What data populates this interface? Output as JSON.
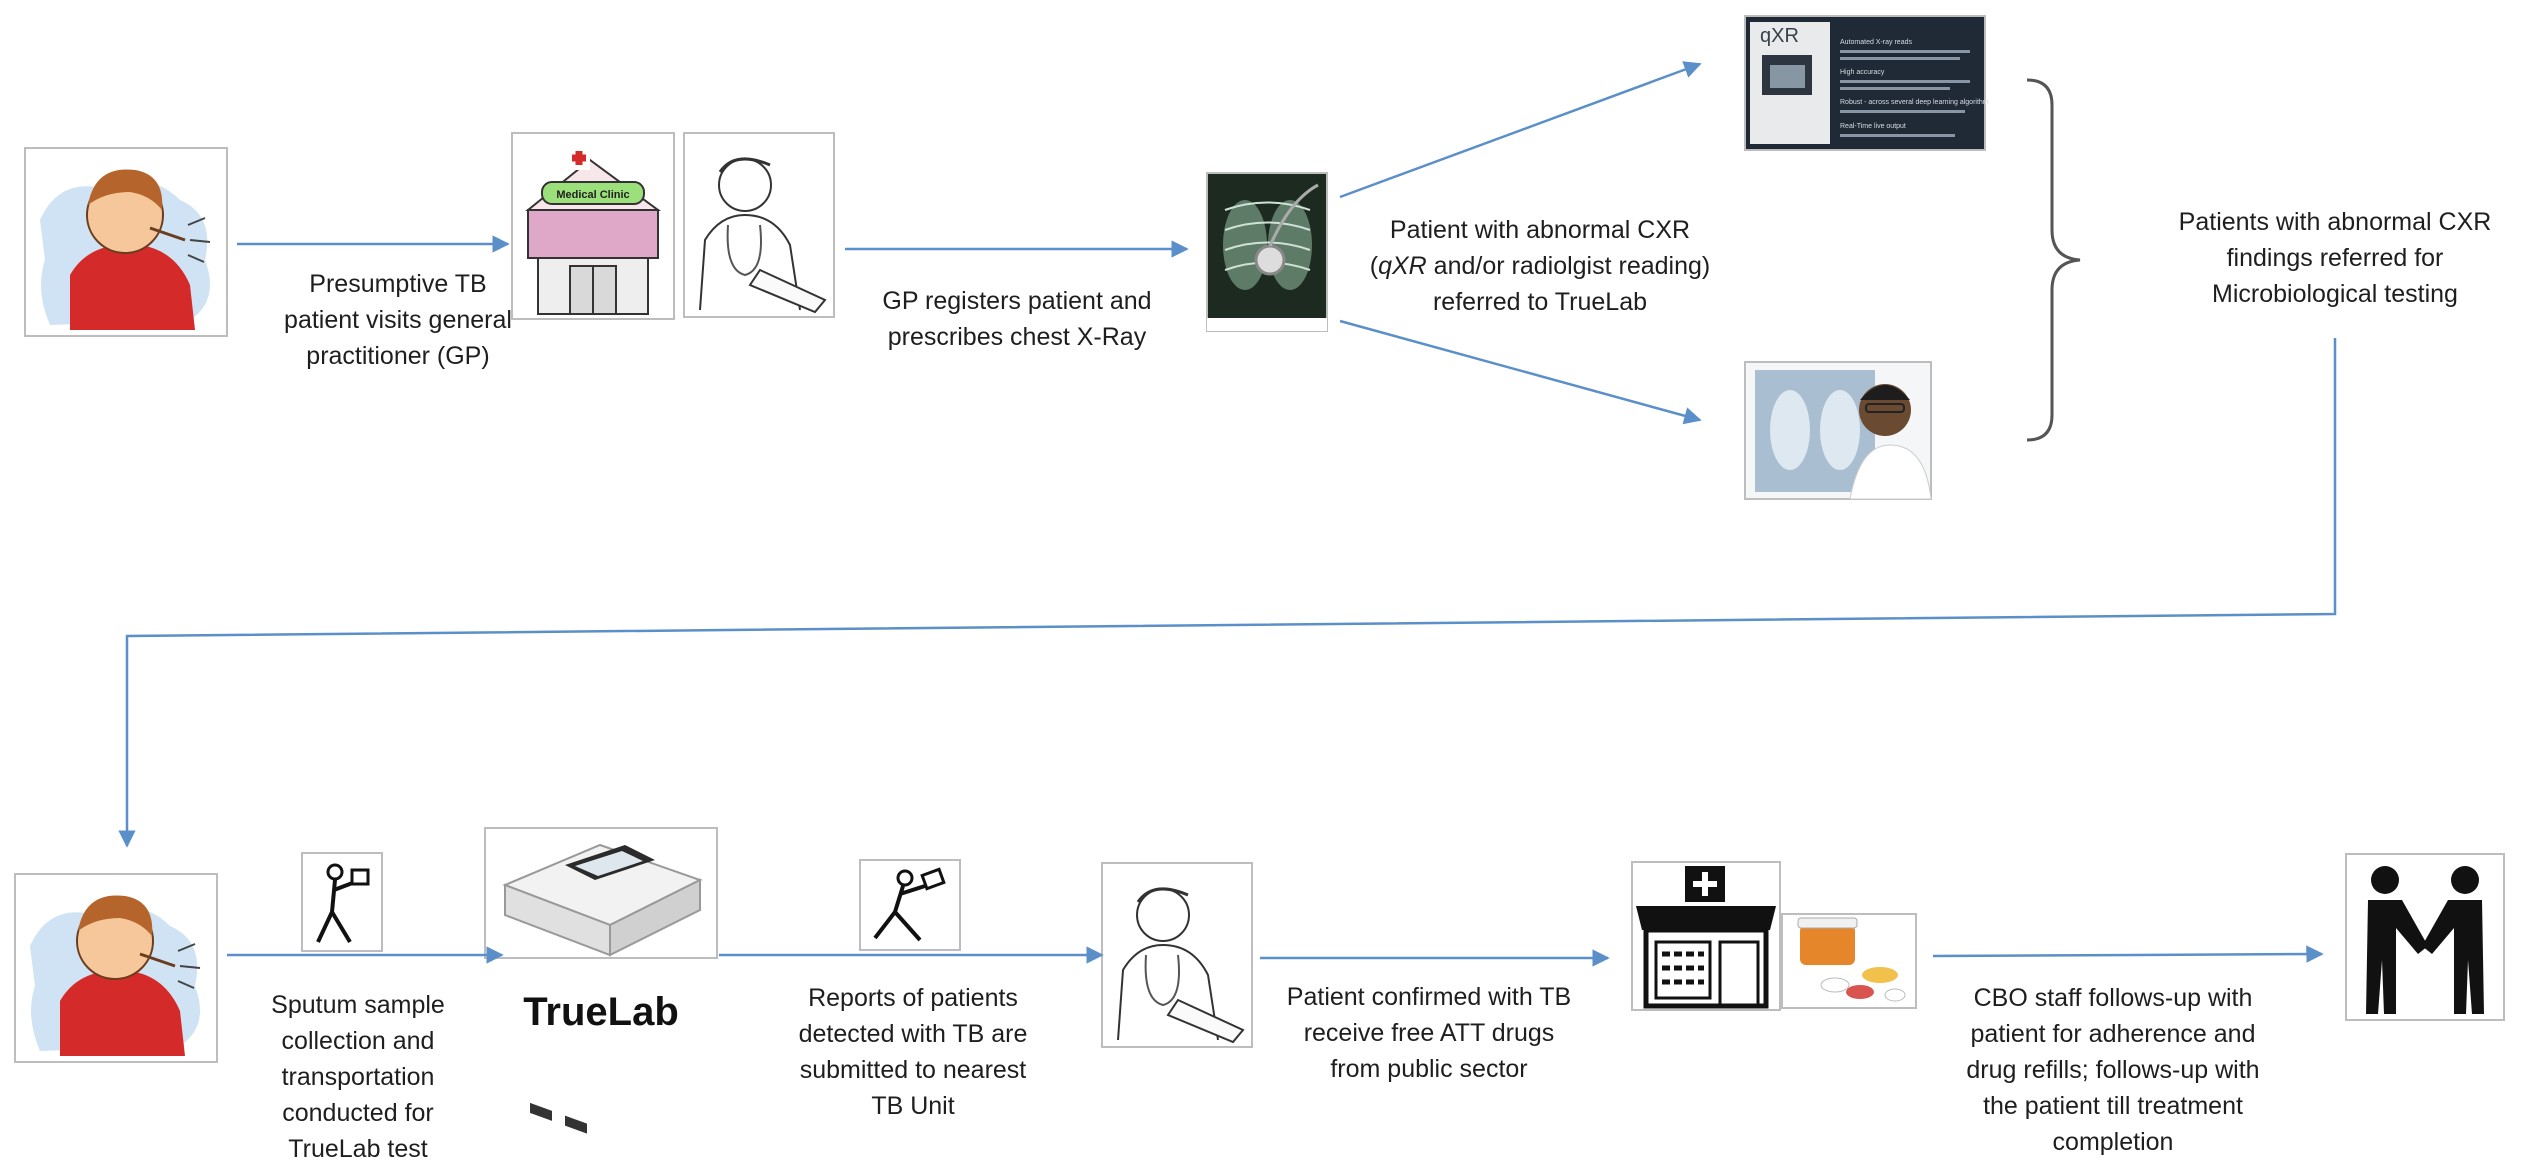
{
  "steps": {
    "s1": {
      "lines": [
        "Presumptive TB",
        "patient visits general",
        "practitioner (GP)"
      ]
    },
    "s2": {
      "lines": [
        "GP registers patient and",
        "prescribes chest X-Ray"
      ]
    },
    "s3": {
      "pre": "Patient with abnormal CXR",
      "open_paren": "(",
      "em": "qXR",
      "post": " and/or radiolgist reading)",
      "last": "referred to TrueLab"
    },
    "s4": {
      "lines": [
        "Patients with abnormal CXR",
        "findings referred for",
        "Microbiological testing"
      ]
    },
    "s5": {
      "lines": [
        "Sputum sample",
        "collection and",
        "transportation",
        "conducted for",
        "TrueLab test"
      ]
    },
    "s6": {
      "lines": [
        "Reports of patients",
        "detected with TB are",
        "submitted to nearest",
        "TB Unit"
      ]
    },
    "s7": {
      "lines": [
        "Patient confirmed with TB",
        "receive free ATT drugs",
        "from public sector"
      ]
    },
    "s8": {
      "lines": [
        "CBO staff follows-up with",
        "patient for adherence and",
        "drug refills; follows-up with",
        "the patient till treatment",
        "completion"
      ]
    }
  },
  "images": {
    "clinic_sign": "Medical Clinic",
    "qxr_title": "qXR",
    "qxr_lines": [
      "Automated X-ray reads",
      "High accuracy",
      "Robust - across several deep learning algorithm",
      "Real-Time live output"
    ],
    "truelab_label": "TrueLab"
  },
  "colors": {
    "arrow": "#5b8fc9",
    "bracket": "#555555"
  }
}
